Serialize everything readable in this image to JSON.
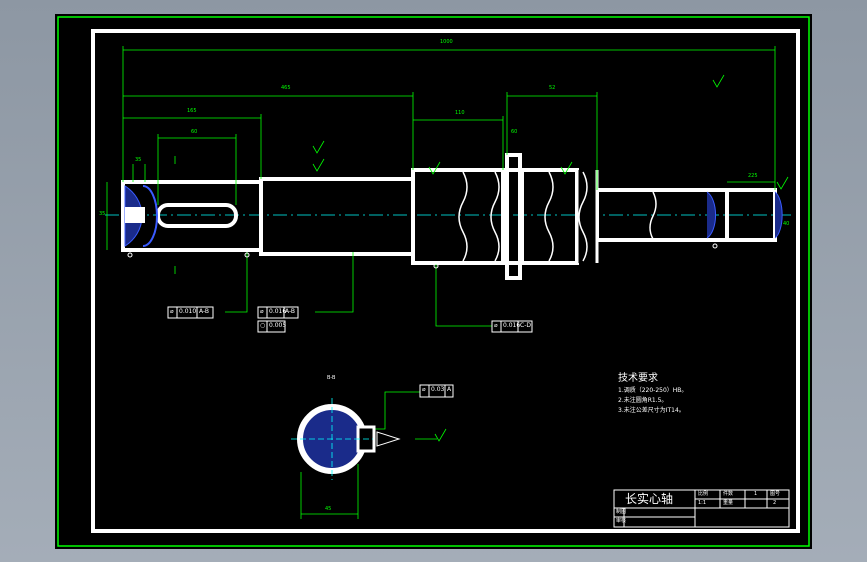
{
  "drawing": {
    "title": "长实心轴",
    "tech_requirements": {
      "heading": "技术要求",
      "items": [
        "1.调质（220-250）HB。",
        "2.未注圆角R1.5。",
        "3.未注公差尺寸为IT14。"
      ]
    },
    "title_block": {
      "cells": [
        "比例",
        "件数",
        "1",
        "图号",
        "1:1",
        "重量",
        "2"
      ],
      "row_labels": [
        "制图",
        "审核"
      ]
    },
    "tolerance_frames": [
      {
        "symbol": "⌀",
        "value": "0.010",
        "datum": "A-B"
      },
      {
        "symbol": "⌀",
        "value": "0.016",
        "datum": "A-B"
      },
      {
        "symbol": "○",
        "value": "0.005",
        "datum": ""
      },
      {
        "symbol": "⌀",
        "value": "0.016",
        "datum": "C-D"
      },
      {
        "symbol": "⌀",
        "value": "0.03",
        "datum": "A"
      }
    ],
    "section_label": "B-B",
    "dimension_labels": [
      "1000",
      "465",
      "165",
      "60",
      "110",
      "52",
      "60",
      "225",
      "35",
      "35",
      "40",
      "45"
    ]
  },
  "colors": {
    "line": "#ffffff",
    "dim": "#00ff00",
    "center": "#00ffff",
    "hatch": "#3a5bff",
    "frame": "#00ff00"
  }
}
